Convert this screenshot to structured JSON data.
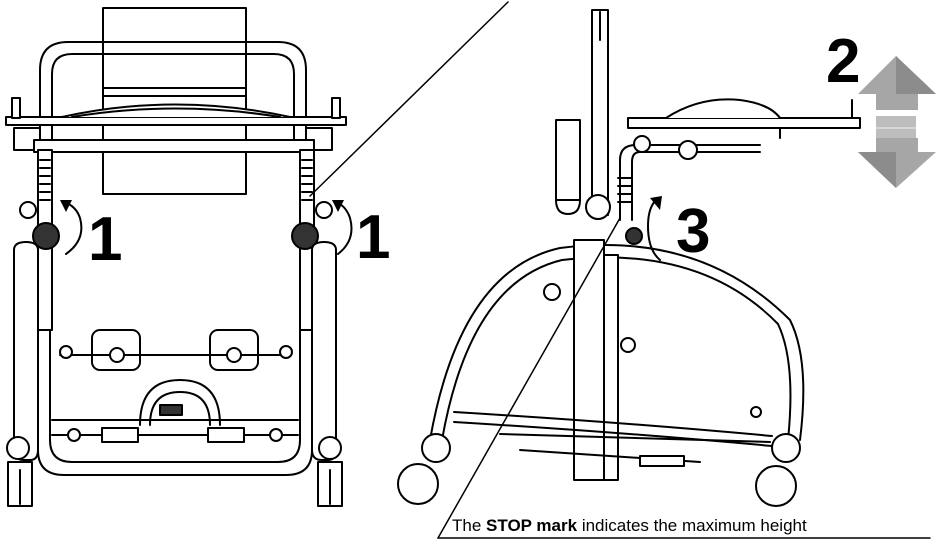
{
  "labels": {
    "step_left": "1",
    "step_right": "1",
    "step_height": "2",
    "step_rotate": "3"
  },
  "caption": {
    "prefix": "The",
    "bold": "STOP mark",
    "suffix": "indicates the maximum height"
  },
  "icons": {
    "height_adjust": "up-down-arrow-icon",
    "rotate_arrow": "curved-arrow-icon"
  }
}
